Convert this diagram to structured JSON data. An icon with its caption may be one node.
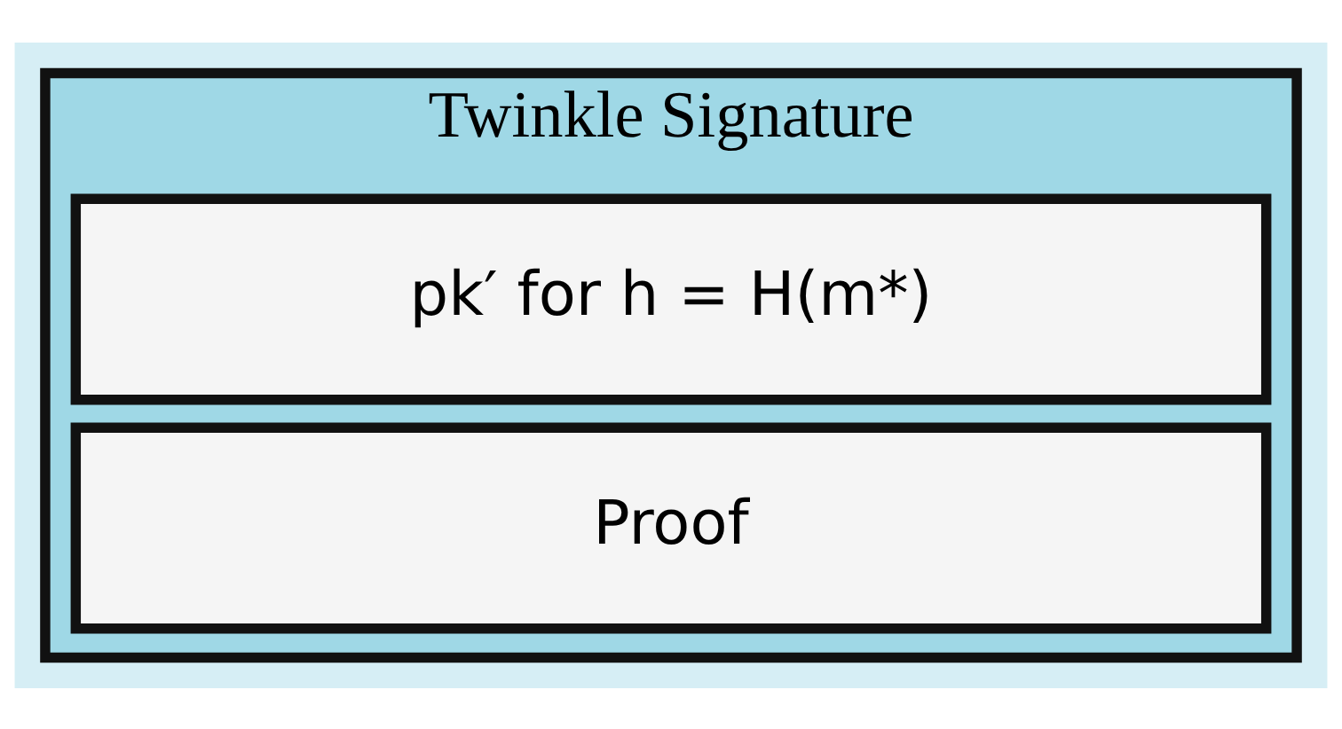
{
  "diagram": {
    "nodes": [
      {
        "text": [
          "Twinkle Signature"
        ]
      },
      {
        "text": [
          "pk′ for h = H(m*)"
        ],
        "in": 0
      },
      {
        "text": [
          "Proof"
        ],
        "in": 0
      }
    ]
  }
}
